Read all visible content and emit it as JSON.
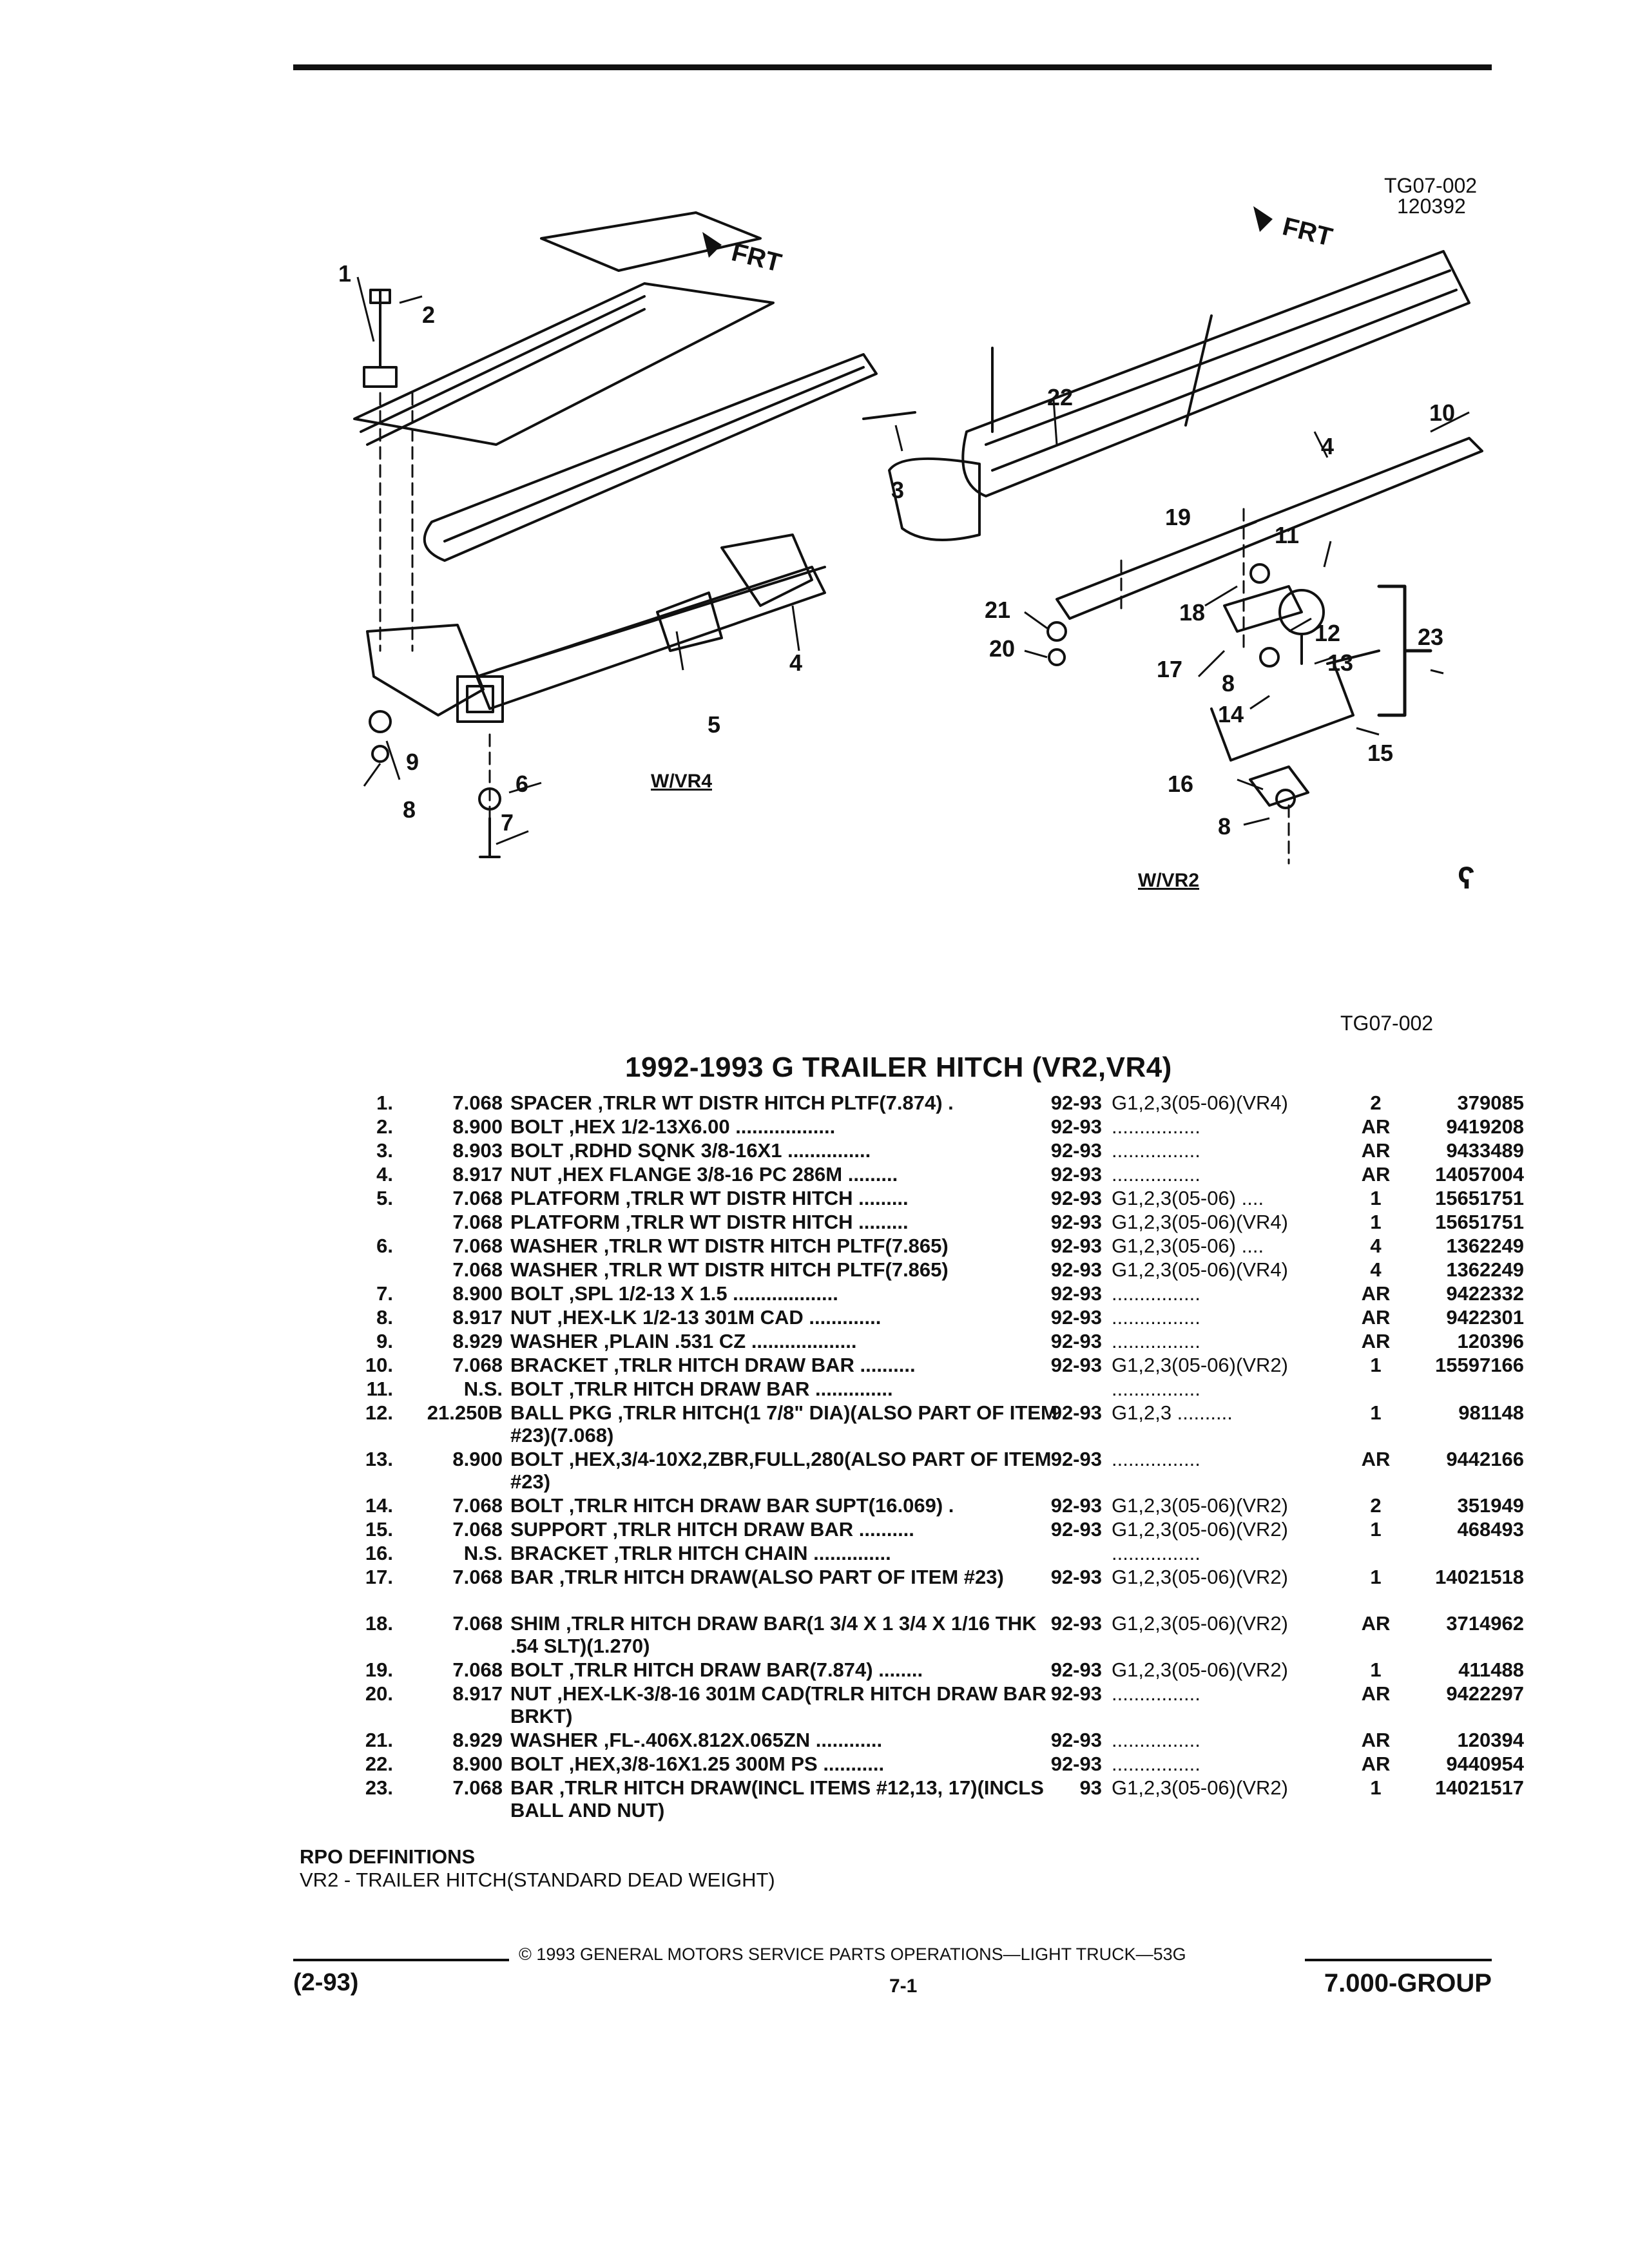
{
  "figure": {
    "code_top": "TG07-002",
    "code_date": "120392",
    "code_bottom": "TG07-002",
    "frt_left": "FRT",
    "frt_right": "FRT",
    "variant_left": "W/VR4",
    "variant_right": "W/VR2",
    "callouts_left": [
      "1",
      "2",
      "3",
      "4",
      "5",
      "6",
      "7",
      "8",
      "9"
    ],
    "callouts_right": [
      "22",
      "10",
      "4",
      "19",
      "11",
      "18",
      "21",
      "12",
      "20",
      "13",
      "17",
      "8",
      "23",
      "14",
      "15",
      "16",
      "8"
    ]
  },
  "title": "1992-1993 G TRAILER HITCH (VR2,VR4)",
  "parts": [
    {
      "num": "1.",
      "grp": "7.068",
      "name": "SPACER",
      "desc": ",TRLR WT DISTR HITCH PLTF(7.874)  .",
      "yr": "92-93",
      "app": "G1,2,3(05-06)(VR4)",
      "qty": "2",
      "pn": "379085"
    },
    {
      "num": "2.",
      "grp": "8.900",
      "name": "BOLT",
      "desc": ",HEX 1/2-13X6.00 ..................",
      "yr": "92-93",
      "app": "................",
      "qty": "AR",
      "pn": "9419208"
    },
    {
      "num": "3.",
      "grp": "8.903",
      "name": "BOLT",
      "desc": ",RDHD SQNK 3/8-16X1 ...............",
      "yr": "92-93",
      "app": "................",
      "qty": "AR",
      "pn": "9433489"
    },
    {
      "num": "4.",
      "grp": "8.917",
      "name": "NUT",
      "desc": ",HEX FLANGE 3/8-16 PC 286M  .........",
      "yr": "92-93",
      "app": "................",
      "qty": "AR",
      "pn": "14057004"
    },
    {
      "num": "5.",
      "grp": "7.068",
      "name": "PLATFORM",
      "desc": ",TRLR WT DISTR HITCH  .........",
      "yr": "92-93",
      "app": "G1,2,3(05-06)  ....",
      "qty": "1",
      "pn": "15651751"
    },
    {
      "num": "",
      "grp": "7.068",
      "name": "PLATFORM",
      "desc": ",TRLR WT DISTR HITCH  .........",
      "yr": "92-93",
      "app": "G1,2,3(05-06)(VR4)",
      "qty": "1",
      "pn": "15651751"
    },
    {
      "num": "6.",
      "grp": "7.068",
      "name": "WASHER",
      "desc": ",TRLR WT DISTR HITCH PLTF(7.865)",
      "yr": "92-93",
      "app": "G1,2,3(05-06)  ....",
      "qty": "4",
      "pn": "1362249"
    },
    {
      "num": "",
      "grp": "7.068",
      "name": "WASHER",
      "desc": ",TRLR WT DISTR HITCH PLTF(7.865)",
      "yr": "92-93",
      "app": "G1,2,3(05-06)(VR4)",
      "qty": "4",
      "pn": "1362249"
    },
    {
      "num": "7.",
      "grp": "8.900",
      "name": "BOLT",
      "desc": ",SPL 1/2-13 X 1.5 ...................",
      "yr": "92-93",
      "app": "................",
      "qty": "AR",
      "pn": "9422332"
    },
    {
      "num": "8.",
      "grp": "8.917",
      "name": "NUT",
      "desc": ",HEX-LK 1/2-13 301M CAD .............",
      "yr": "92-93",
      "app": "................",
      "qty": "AR",
      "pn": "9422301"
    },
    {
      "num": "9.",
      "grp": "8.929",
      "name": "WASHER",
      "desc": ",PLAIN .531 CZ ...................",
      "yr": "92-93",
      "app": "................",
      "qty": "AR",
      "pn": "120396"
    },
    {
      "num": "10.",
      "grp": "7.068",
      "name": "BRACKET",
      "desc": ",TRLR HITCH DRAW BAR  ..........",
      "yr": "92-93",
      "app": "G1,2,3(05-06)(VR2)",
      "qty": "1",
      "pn": "15597166"
    },
    {
      "num": "11.",
      "grp": "N.S.",
      "name": "BOLT",
      "desc": ",TRLR HITCH DRAW BAR ..............",
      "yr": "",
      "app": "................",
      "qty": "",
      "pn": ""
    },
    {
      "num": "12.",
      "grp": "21.250B",
      "name": "BALL PKG",
      "desc": ",TRLR HITCH(1 7/8\" DIA)(ALSO PART OF ITEM #23)(7.068)",
      "yr": "92-93",
      "app": "G1,2,3  ..........",
      "qty": "1",
      "pn": "981148",
      "tall": true
    },
    {
      "num": "13.",
      "grp": "8.900",
      "name": "BOLT",
      "desc": ",HEX,3/4-10X2,ZBR,FULL,280(ALSO PART OF ITEM #23)",
      "yr": "92-93",
      "app": "................",
      "qty": "AR",
      "pn": "9442166",
      "tall": true
    },
    {
      "num": "14.",
      "grp": "7.068",
      "name": "BOLT",
      "desc": ",TRLR HITCH DRAW BAR SUPT(16.069)  .",
      "yr": "92-93",
      "app": "G1,2,3(05-06)(VR2)",
      "qty": "2",
      "pn": "351949"
    },
    {
      "num": "15.",
      "grp": "7.068",
      "name": "SUPPORT",
      "desc": ",TRLR HITCH DRAW BAR  ..........",
      "yr": "92-93",
      "app": "G1,2,3(05-06)(VR2)",
      "qty": "1",
      "pn": "468493"
    },
    {
      "num": "16.",
      "grp": "N.S.",
      "name": "BRACKET",
      "desc": ",TRLR HITCH CHAIN  ..............",
      "yr": "",
      "app": "................",
      "qty": "",
      "pn": ""
    },
    {
      "num": "17.",
      "grp": "7.068",
      "name": "BAR",
      "desc": ",TRLR HITCH DRAW(ALSO PART OF ITEM #23)",
      "yr": "92-93",
      "app": "G1,2,3(05-06)(VR2)",
      "qty": "1",
      "pn": "14021518",
      "tall": true
    },
    {
      "num": "18.",
      "grp": "7.068",
      "name": "SHIM",
      "desc": ",TRLR HITCH DRAW BAR(1 3/4 X 1 3/4 X 1/16 THK .54 SLT)(1.270)",
      "yr": "92-93",
      "app": "G1,2,3(05-06)(VR2)",
      "qty": "AR",
      "pn": "3714962",
      "tall": true
    },
    {
      "num": "19.",
      "grp": "7.068",
      "name": "BOLT",
      "desc": ",TRLR HITCH DRAW BAR(7.874) ........",
      "yr": "92-93",
      "app": "G1,2,3(05-06)(VR2)",
      "qty": "1",
      "pn": "411488"
    },
    {
      "num": "20.",
      "grp": "8.917",
      "name": "NUT",
      "desc": ",HEX-LK-3/8-16 301M CAD(TRLR HITCH DRAW BAR BRKT)",
      "yr": "92-93",
      "app": "................",
      "qty": "AR",
      "pn": "9422297",
      "tall": true
    },
    {
      "num": "21.",
      "grp": "8.929",
      "name": "WASHER",
      "desc": ",FL-.406X.812X.065ZN ............",
      "yr": "92-93",
      "app": "................",
      "qty": "AR",
      "pn": "120394"
    },
    {
      "num": "22.",
      "grp": "8.900",
      "name": "BOLT",
      "desc": ",HEX,3/8-16X1.25 300M PS  ...........",
      "yr": "92-93",
      "app": "................",
      "qty": "AR",
      "pn": "9440954"
    },
    {
      "num": "23.",
      "grp": "7.068",
      "name": "BAR",
      "desc": ",TRLR HITCH DRAW(INCL ITEMS #12,13, 17)(INCLS BALL AND NUT)",
      "yr": "93",
      "app": "G1,2,3(05-06)(VR2)",
      "qty": "1",
      "pn": "14021517",
      "tall": true
    }
  ],
  "rpo": {
    "heading": "RPO DEFINITIONS",
    "line": "VR2 - TRAILER HITCH(STANDARD DEAD WEIGHT)"
  },
  "footer": {
    "copyright": "©  1993  GENERAL MOTORS SERVICE PARTS OPERATIONS—LIGHT TRUCK—53G",
    "date": "(2-93)",
    "page": "7-1",
    "group": "7.000-GROUP"
  }
}
